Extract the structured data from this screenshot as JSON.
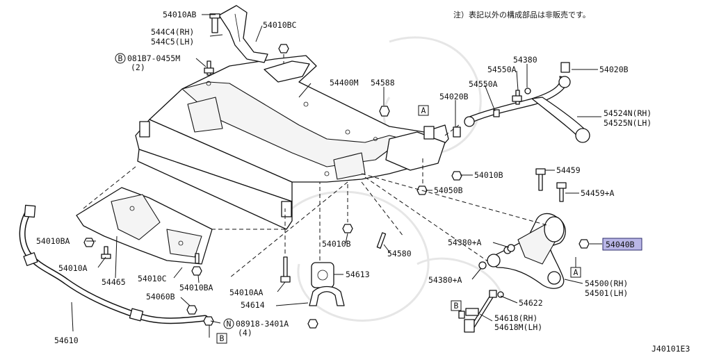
{
  "note": "注）表記以外の構成部品は非販売です。",
  "diagram_id": "J40101E3",
  "callouts": {
    "c54010AB": "54010AB",
    "c544C4": "544C4(RH)",
    "c544C5": "544C5(LH)",
    "c54010BC": "54010BC",
    "c081B7": "081B7-0455M",
    "c081B7_qty": "(2)",
    "c081B7_mark": "B",
    "c54400M": "54400M",
    "c54588": "54588",
    "c54020B_mid": "54020B",
    "c54550A_1": "54550A",
    "c54380": "54380",
    "c54550A_2": "54550A",
    "c54020B_top": "54020B",
    "c54524N": "54524N(RH)",
    "c54525N": "54525N(LH)",
    "c54010B_1": "54010B",
    "c54050B": "54050B",
    "c54459": "54459",
    "c54459A": "54459+A",
    "c54010BA_1": "54010BA",
    "c54010A": "54010A",
    "c54465": "54465",
    "c54010C": "54010C",
    "c54010BA_2": "54010BA",
    "c54010B_2": "54010B",
    "c54580": "54580",
    "c54380A_1": "54380+A",
    "c54040B": "54040B",
    "c54010AA": "54010AA",
    "c54613": "54613",
    "c54380A_2": "54380+A",
    "c54500": "54500(RH)",
    "c54501": "54501(LH)",
    "c54060B": "54060B",
    "c54614": "54614",
    "c54622": "54622",
    "c08918": "08918-3401A",
    "c08918_qty": "(4)",
    "c08918_mark": "N",
    "c54618": "54618(RH)",
    "c54618M": "54618M(LH)",
    "c54610": "54610"
  },
  "refs": {
    "a1": "A",
    "a2": "A",
    "b1": "B",
    "b2": "B"
  },
  "highlight_color": "#b9b6e6"
}
